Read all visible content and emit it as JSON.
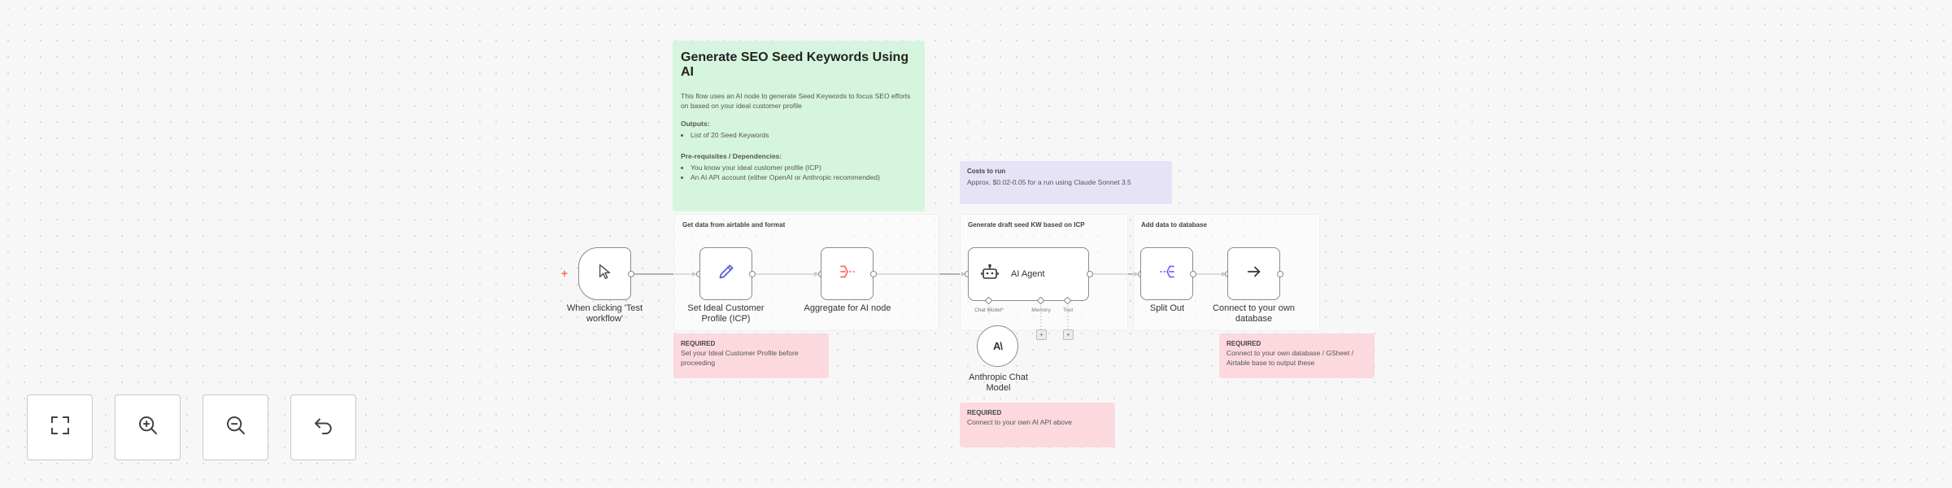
{
  "title_note": {
    "heading": "Generate SEO Seed Keywords Using AI",
    "description": "This flow uses an AI node to generate Seed Keywords to focus SEO efforts on based on your ideal customer profile",
    "outputs_title": "Outputs:",
    "outputs": [
      "List of 20 Seed Keywords"
    ],
    "prereq_title": "Pre-requisites / Dependencies:",
    "prereqs": [
      "You know your ideal customer profile (ICP)",
      "An AI API account (either OpenAI or Anthropic recommended)"
    ]
  },
  "cost_note": {
    "title": "Costs to run",
    "body": "Approx. $0.02-0.05 for a run using Claude Sonnet 3.5"
  },
  "groups": {
    "airtable": "Get data from airtable and format",
    "draft": "Generate draft seed KW based on ICP",
    "database": "Add data to database"
  },
  "nodes": {
    "trigger": "When clicking 'Test workflow'",
    "set_icp": "Set Ideal Customer Profile (ICP)",
    "aggregate": "Aggregate for AI node",
    "agent": "AI Agent",
    "split": "Split Out",
    "connect_db": "Connect to your own database",
    "anthropic": "Anthropic Chat Model",
    "port_chat_model": "Chat Model*",
    "port_memory": "Memory",
    "port_tool": "Tool"
  },
  "required_notes": {
    "icp": {
      "title": "REQUIRED",
      "body": "Set your Ideal Customer Profile before proceeding"
    },
    "api": {
      "title": "REQUIRED",
      "body": "Connect to your own AI API above"
    },
    "db": {
      "title": "REQUIRED",
      "body": "Connect to your own database / GSheet / Airtable base to output these"
    }
  },
  "controls": {
    "fit_view": "fit-view-icon",
    "zoom_in": "zoom-in-icon",
    "zoom_out": "zoom-out-icon",
    "reset": "reset-zoom-icon"
  },
  "colors": {
    "green_note": "#d6f5df",
    "purple_note": "#e6e3f7",
    "pink_note": "#fbd9de",
    "trigger_plus": "#ff6d5a",
    "split_purple": "#7b61ff",
    "aggregate_orange": "#ff6d5a"
  }
}
